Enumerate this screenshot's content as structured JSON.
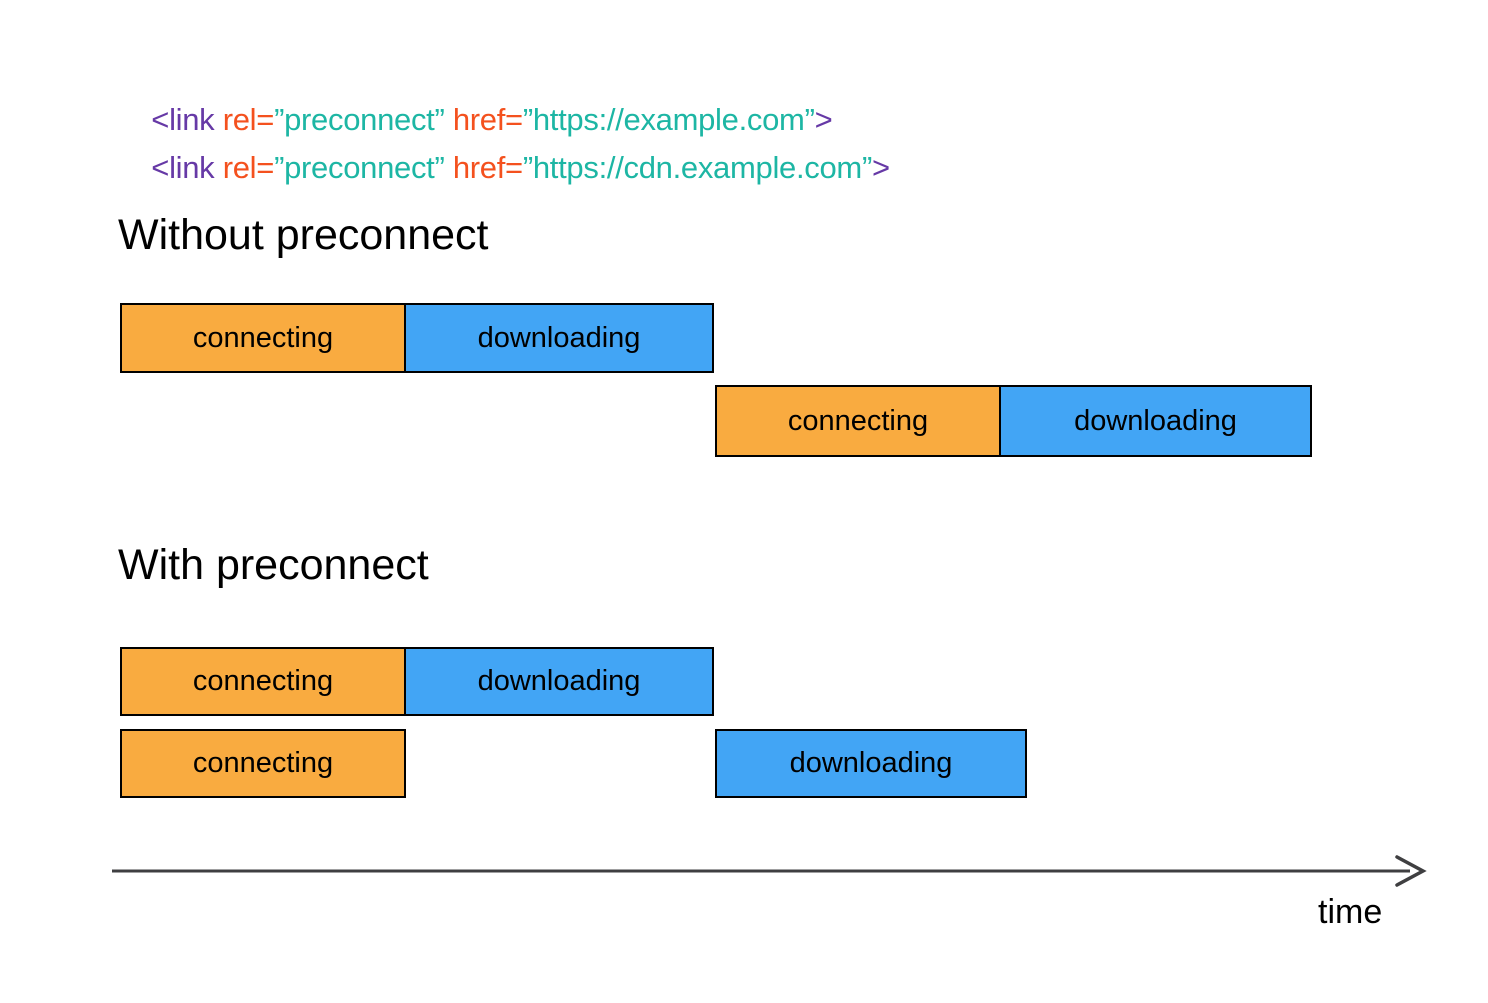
{
  "palette": {
    "code_tag_purple": "#6639A6",
    "code_attr_orange": "#F4511E",
    "code_string_teal": "#1DB6A4",
    "bar_connecting_orange": "#F9AB40",
    "bar_downloading_blue": "#42A5F5",
    "bar_border_black": "#000000",
    "axis_gray": "#3F3F41",
    "background": "#FFFFFF"
  },
  "code": {
    "lines": [
      {
        "tokens": [
          {
            "text": "<link ",
            "role": "tag"
          },
          {
            "text": "rel=",
            "role": "attr"
          },
          {
            "text": "”preconnect” ",
            "role": "string"
          },
          {
            "text": "href=",
            "role": "attr"
          },
          {
            "text": "”https://example.com”",
            "role": "string"
          },
          {
            "text": ">",
            "role": "tag"
          }
        ]
      },
      {
        "tokens": [
          {
            "text": "<link ",
            "role": "tag"
          },
          {
            "text": "rel=",
            "role": "attr"
          },
          {
            "text": "”preconnect” ",
            "role": "string"
          },
          {
            "text": "href=",
            "role": "attr"
          },
          {
            "text": "”https://cdn.example.com”",
            "role": "string"
          },
          {
            "text": ">",
            "role": "tag"
          }
        ]
      }
    ]
  },
  "sections": [
    {
      "title": "Without preconnect",
      "rows": [
        {
          "bars": [
            {
              "label": "connecting",
              "kind": "connecting"
            },
            {
              "label": "downloading",
              "kind": "downloading"
            }
          ]
        },
        {
          "bars": [
            {
              "label": "connecting",
              "kind": "connecting"
            },
            {
              "label": "downloading",
              "kind": "downloading"
            }
          ]
        }
      ]
    },
    {
      "title": "With preconnect",
      "rows": [
        {
          "bars": [
            {
              "label": "connecting",
              "kind": "connecting"
            },
            {
              "label": "downloading",
              "kind": "downloading"
            }
          ]
        },
        {
          "bars": [
            {
              "label": "connecting",
              "kind": "connecting"
            },
            {
              "label": "downloading",
              "kind": "downloading"
            }
          ]
        }
      ]
    }
  ],
  "axis": {
    "label": "time"
  }
}
